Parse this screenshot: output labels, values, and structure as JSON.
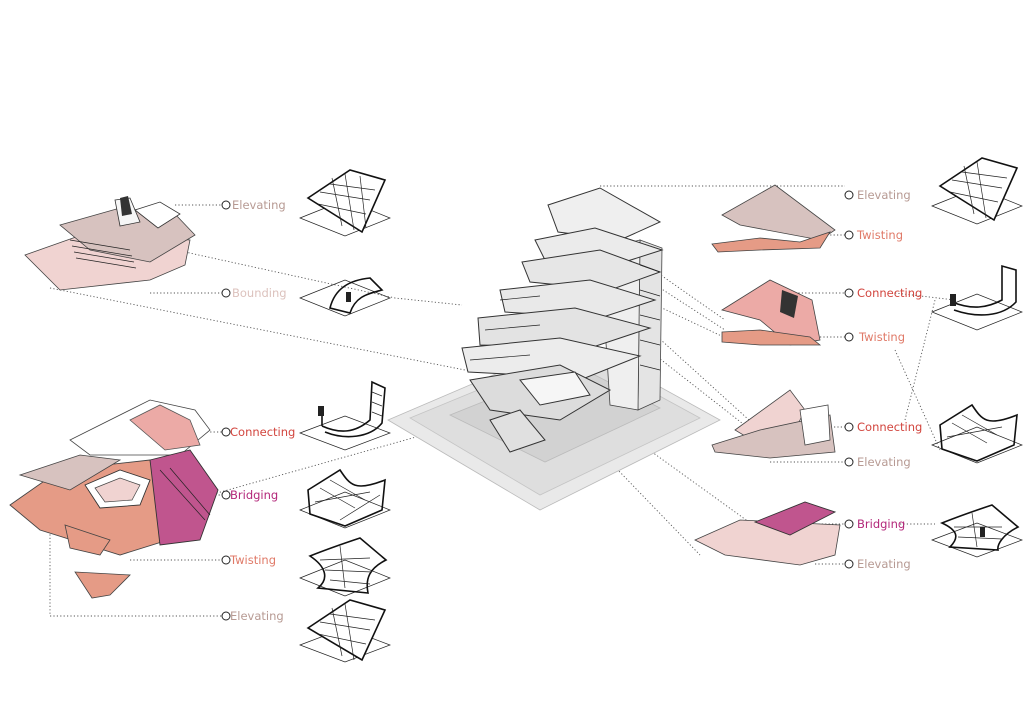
{
  "colors": {
    "elevating": "#b79a93",
    "bounding": "#dcc2bd",
    "connecting": "#d2453e",
    "twisting": "#e07a68",
    "bridging": "#b3287a",
    "pink_light": "#f0d3d1",
    "pink_mid": "#ecaaa6",
    "salmon": "#e59b86",
    "magenta": "#c0558e",
    "taupe": "#d7c2bf",
    "base_gray": "#e6e6e6"
  },
  "labels": {
    "left_elevating_top": "Elevating",
    "left_bounding": "Bounding",
    "left_connecting": "Connecting",
    "left_bridging": "Bridging",
    "left_twisting": "Twisting",
    "left_elevating_bottom": "Elevating",
    "right_elevating_1": "Elevating",
    "right_twisting_1": "Twisting",
    "right_connecting_1": "Connecting",
    "right_twisting_2": "Twisting",
    "right_connecting_2": "Connecting",
    "right_elevating_2": "Elevating",
    "right_bridging": "Bridging",
    "right_elevating_3": "Elevating"
  }
}
